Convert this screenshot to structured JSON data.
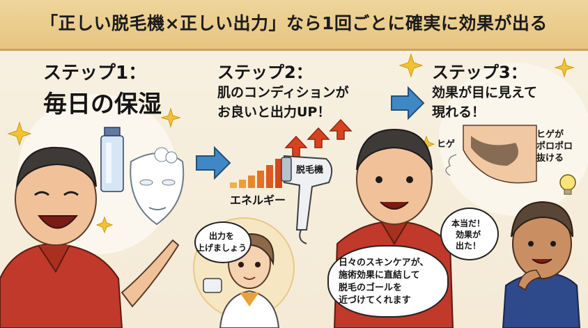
{
  "banner": {
    "title": "「正しい脱毛機×正しい出力」なら1回ごとに確実に効果が出る"
  },
  "step1": {
    "heading": "ステップ1：",
    "body": "毎日の保湿"
  },
  "step2": {
    "heading": "ステップ2：",
    "body_line1": "肌のコンディションが",
    "body_line2": "お良いと出力UP！",
    "device_label": "脱毛機",
    "energy_label": "エネルギー",
    "staff_speech_line1": "出力を",
    "staff_speech_line2": "上げましょう"
  },
  "step3": {
    "heading": "ステップ3：",
    "body_line1": "効果が目に見えて",
    "body_line2": "現れる！",
    "beard_label": "ヒゲ",
    "result_line1": "ヒゲが",
    "result_line2": "ポロポロ",
    "result_line3": "抜ける"
  },
  "middle_speech": {
    "line1": "日々のスキンケアが、",
    "line2": "施術効果に直結して",
    "line3": "脱毛のゴールを",
    "line4": "近づけてくれます"
  },
  "right_speech": {
    "line1": "本当だ！",
    "line2": "効果が",
    "line3": "出た！"
  },
  "colors": {
    "banner": "#e8c783",
    "arrow_blue": "#3f88c5",
    "energy_orange": "#e8821e",
    "energy_red": "#d8431f",
    "shirt_red": "#c0392b",
    "background": "#f6ecd8"
  }
}
